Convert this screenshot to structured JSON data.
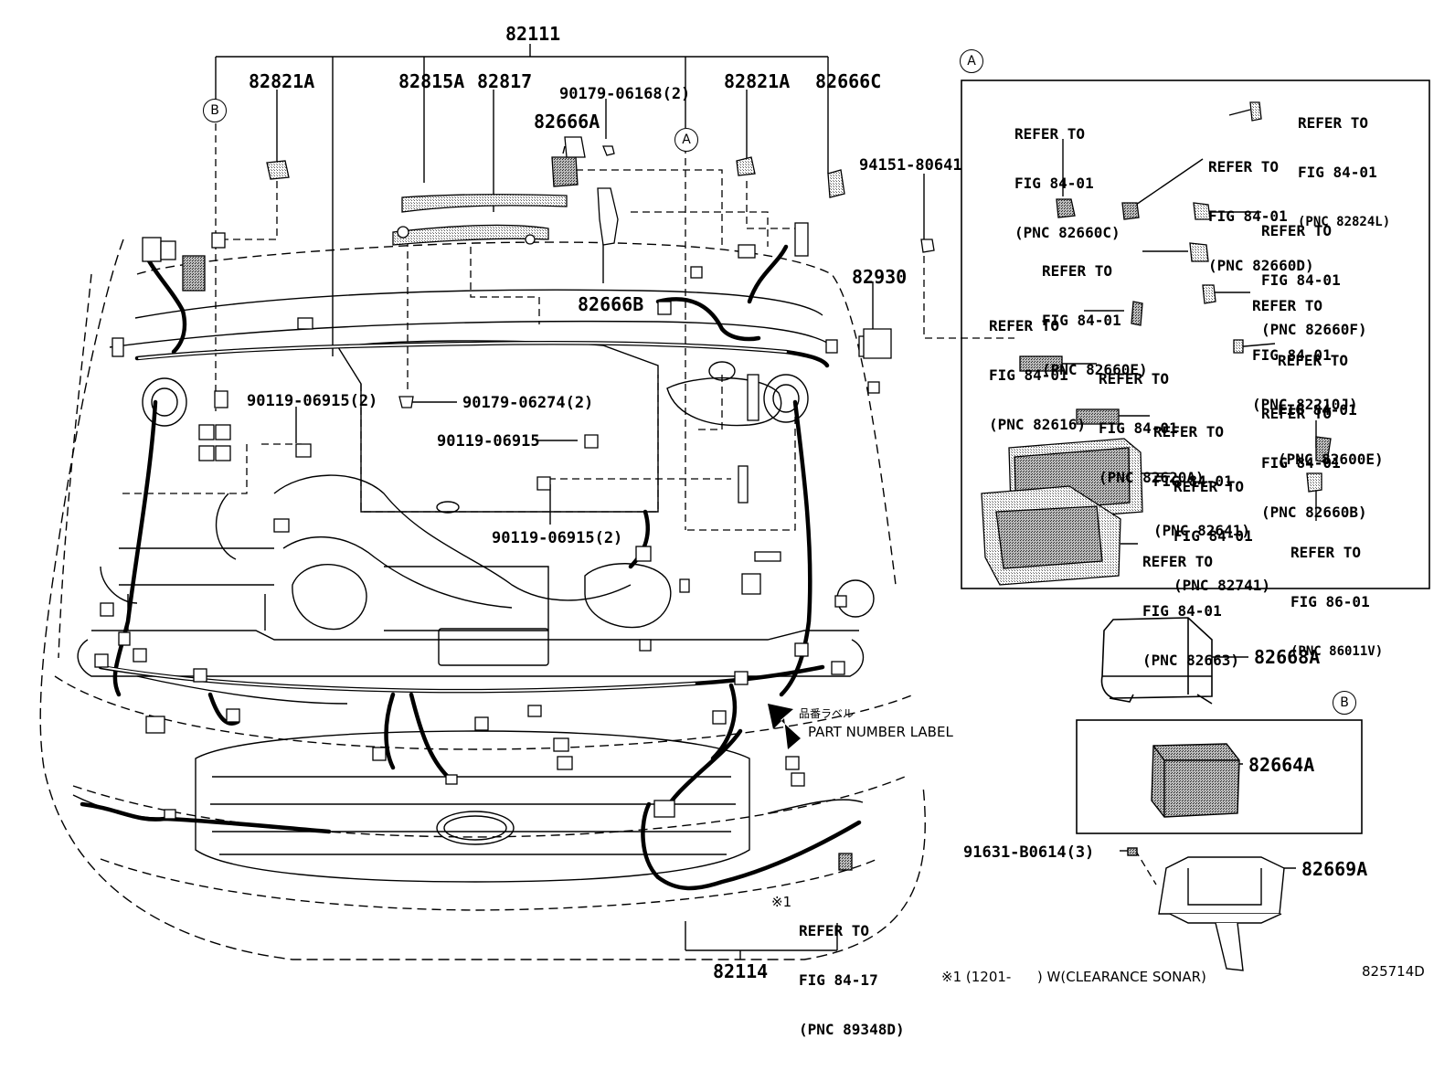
{
  "diagram_id": "825714D",
  "callouts": {
    "c82111": "82111",
    "c82821A_left": "82821A",
    "c82815A": "82815A",
    "c82817": "82817",
    "c90179_06168": "90179-06168(2)",
    "c82666A": "82666A",
    "c82821A_right": "82821A",
    "c82666C": "82666C",
    "c94151_80641": "94151-80641",
    "c82930": "82930",
    "c82666B": "82666B",
    "c90119_06915_2a": "90119-06915(2)",
    "c90179_06274": "90179-06274(2)",
    "c90119_06915": "90119-06915",
    "c90119_06915_2b": "90119-06915(2)",
    "c82114": "82114",
    "c82668A": "82668A",
    "c82664A": "82664A",
    "c91631_B0614": "91631-B0614(3)",
    "c82669A": "82669A"
  },
  "markers": {
    "A": "A",
    "B": "B"
  },
  "part_number_label": {
    "jp": "品番ラベル",
    "en": "PART NUMBER LABEL"
  },
  "refer_fig_84_17": {
    "mark": "※1",
    "l1": "REFER TO",
    "l2": "FIG 84-17",
    "l3": "(PNC 89348D)"
  },
  "footnote": "※1 (1201-      ) W(CLEARANCE SONAR)",
  "detail_A_refs": [
    {
      "l1": "REFER TO",
      "l2": "FIG 84-01",
      "l3": "(PNC 82824L)"
    },
    {
      "l1": "REFER TO",
      "l2": "FIG 84-01",
      "l3": "(PNC 82660C)"
    },
    {
      "l1": "REFER TO",
      "l2": "FIG 84-01",
      "l3": "(PNC 82660D)"
    },
    {
      "l1": "REFER TO",
      "l2": "FIG 84-01",
      "l3": "(PNC 82660F)"
    },
    {
      "l1": "REFER TO",
      "l2": "FIG 84-01",
      "l3": "(PNC 82660E)"
    },
    {
      "l1": "REFER TO",
      "l2": "FIG 84-01",
      "l3": "(PNC 82210J)"
    },
    {
      "l1": "REFER TO",
      "l2": "FIG 84-01",
      "l3": "(PNC 82616)"
    },
    {
      "l1": "REFER TO",
      "l2": "FIG 84-01",
      "l3": "(PNC 82620A)"
    },
    {
      "l1": "REFER TO",
      "l2": "FIG 84-01",
      "l3": "(PNC 82600E)"
    },
    {
      "l1": "REFER TO",
      "l2": "FIG 84-01",
      "l3": "(PNC 82660B)"
    },
    {
      "l1": "REFER TO",
      "l2": "FIG 84-01",
      "l3": "(PNC 82641)"
    },
    {
      "l1": "REFER TO",
      "l2": "FIG 84-01",
      "l3": "(PNC 82741)"
    },
    {
      "l1": "REFER TO",
      "l2": "FIG 84-01",
      "l3": "(PNC 82663)"
    },
    {
      "l1": "REFER TO",
      "l2": "FIG 86-01",
      "l3": "(PNC 86011V)"
    }
  ]
}
